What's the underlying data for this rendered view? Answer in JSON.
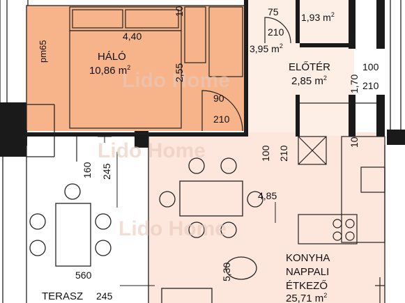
{
  "watermark": "Lido Home",
  "colors": {
    "bedroom_fill": "#f7b38a",
    "living_fill": "#fde6dc",
    "hall_fill": "#fdeee6",
    "terrace_fill": "#ffffff",
    "wall": "#1a1a1a",
    "line": "#222222",
    "watermark": "#e8c9bc"
  },
  "rooms": {
    "bedroom": {
      "name": "HÁLÓ",
      "area": "10,86 m",
      "sup": "2"
    },
    "bath": {
      "area": "1,93 m",
      "sup": "2"
    },
    "wc": {
      "area": "3,95 m",
      "sup": "2"
    },
    "hall": {
      "name": "ELŐTÉR",
      "area": "2,85 m",
      "sup": "2"
    },
    "living": {
      "line1": "KONYHA",
      "line2": "NAPPALI",
      "line3": "ÉTKEZŐ",
      "area": "25,71 m",
      "sup": "2"
    },
    "terrace": {
      "name": "TERASZ"
    }
  },
  "dimensions": {
    "pm65": "pm65",
    "bed_width": "4,40",
    "bed_top": "10",
    "bed_height": "2,55",
    "door_bed_w": "90",
    "door_bed_h": "210",
    "wc_w": "75",
    "wc_h": "210",
    "hall_w": "100",
    "hall_h": "210",
    "hall_v": "1,70",
    "living_w": "100",
    "living_h": "210",
    "ten": "10",
    "terr_160": "160",
    "terr_245": "245",
    "living_485": "4,85",
    "terr_560": "560",
    "terr_245b": "245",
    "living_530": "5,30"
  },
  "icons": [
    "door-swing-icon",
    "dining-table-icon",
    "bed-icon",
    "stove-icon",
    "sink-icon",
    "chair-icon"
  ]
}
